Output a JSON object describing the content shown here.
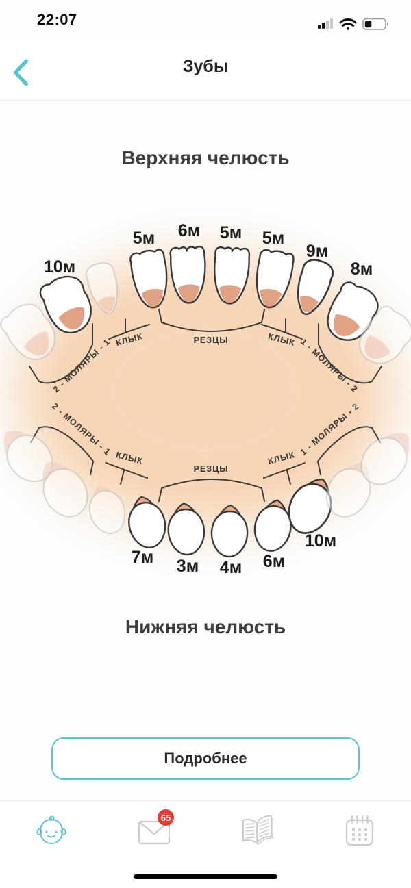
{
  "status_bar": {
    "time": "22:07",
    "icons": [
      "signal-bars",
      "wifi",
      "battery"
    ]
  },
  "nav": {
    "title": "Зубы",
    "back_icon": "chevron-left"
  },
  "upper_jaw": {
    "heading": "Верхняя челюсть",
    "teeth": [
      "10м",
      "5м",
      "6м",
      "5м",
      "5м",
      "9м",
      "8м"
    ],
    "groups": {
      "molars_left": "2 - МОЛЯРЫ - 1",
      "canine_left": "КЛЫК",
      "incisors": "РЕЗЦЫ",
      "canine_right": "КЛЫК",
      "molars_right": "1 - МОЛЯРЫ - 2"
    }
  },
  "lower_jaw": {
    "heading": "Нижняя челюсть",
    "teeth": [
      "7м",
      "3м",
      "4м",
      "6м",
      "10м"
    ],
    "groups": {
      "molars_left": "2 - МОЛЯРЫ - 1",
      "canine_left": "КЛЫК",
      "incisors": "РЕЗЦЫ",
      "canine_right": "КЛЫК",
      "molars_right": "1 - МОЛЯРЫ - 2"
    }
  },
  "button": {
    "label": "Подробнее"
  },
  "tab_bar": {
    "mail_badge": "65",
    "items": [
      {
        "icon": "baby-face",
        "active": true
      },
      {
        "icon": "envelope",
        "active": false
      },
      {
        "icon": "open-book",
        "active": false
      },
      {
        "icon": "calendar",
        "active": false
      }
    ]
  },
  "colors": {
    "accent": "#56c3d1",
    "peach": "#f7d5b5",
    "gum": "#e0a184",
    "badge": "#e63b30",
    "inactive_tab": "#c9ccd1"
  }
}
